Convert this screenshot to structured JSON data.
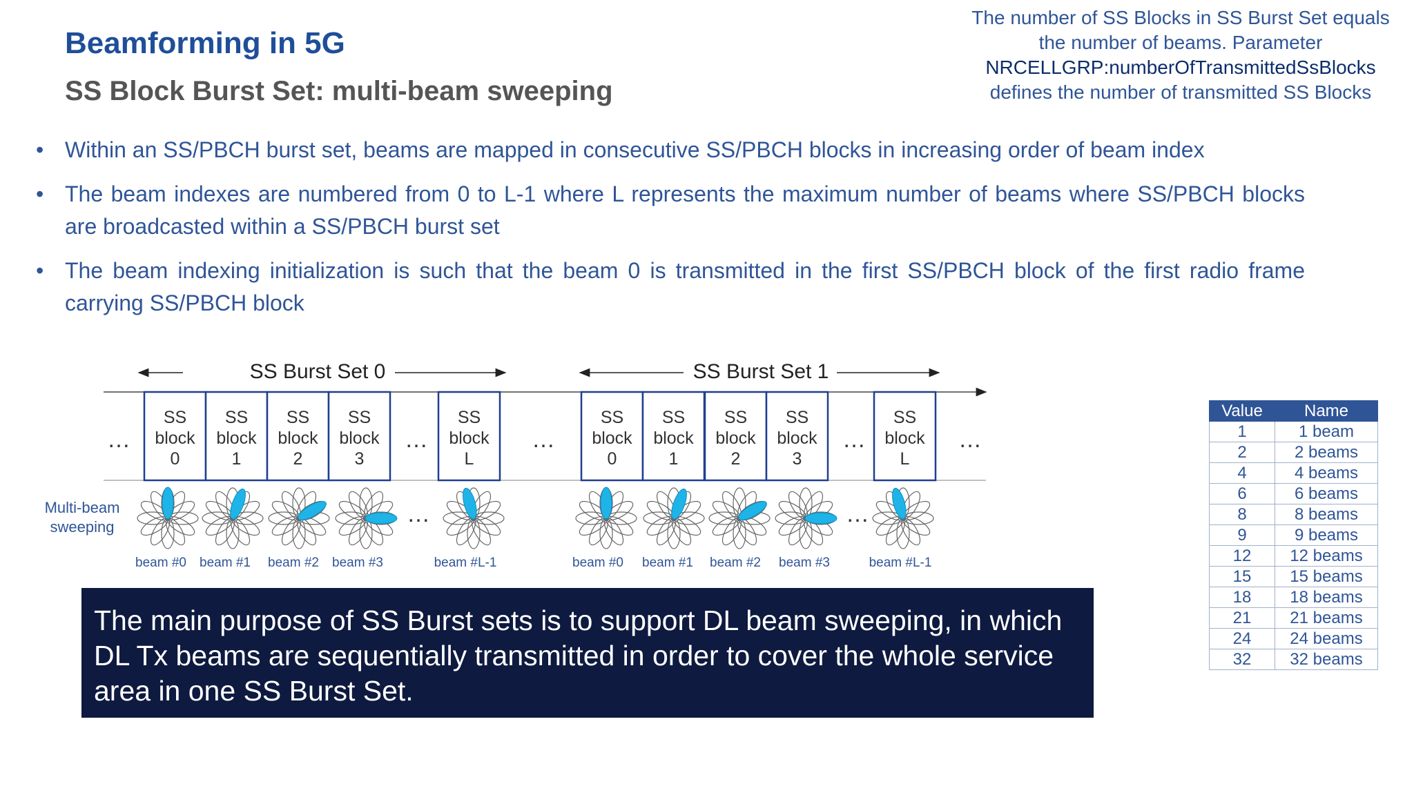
{
  "header": {
    "title": "Beamforming in 5G",
    "subtitle": "SS Block Burst Set: multi-beam sweeping"
  },
  "note": {
    "line1": "The number of SS Blocks in SS Burst Set equals",
    "line2": "the number of beams. Parameter",
    "param": "NRCELLGRP:numberOfTransmittedSsBlocks",
    "line4": "defines the number of transmitted SS Blocks"
  },
  "bullets": [
    "Within an SS/PBCH burst set, beams are mapped in consecutive SS/PBCH blocks in increasing order of beam index",
    "The beam indexes are numbered from 0 to L-1 where L represents the maximum number of beams where SS/PBCH blocks are broadcasted within a SS/PBCH burst set",
    "The beam indexing initialization is such that the beam 0 is transmitted in the first SS/PBCH block of the first radio frame carrying SS/PBCH block"
  ],
  "diagram": {
    "ellipsis": "…",
    "sweep_label_1": "Multi-beam",
    "sweep_label_2": "sweeping",
    "burst_sets": [
      {
        "label": "SS Burst Set 0",
        "blocks": [
          {
            "line1": "SS",
            "line2": "block",
            "line3": "0"
          },
          {
            "line1": "SS",
            "line2": "block",
            "line3": "1"
          },
          {
            "line1": "SS",
            "line2": "block",
            "line3": "2"
          },
          {
            "line1": "SS",
            "line2": "block",
            "line3": "3"
          },
          {
            "line1": "SS",
            "line2": "block",
            "line3": "L"
          }
        ],
        "beams": [
          "beam #0",
          "beam #1",
          "beam #2",
          "beam #3",
          "beam #L-1"
        ]
      },
      {
        "label": "SS Burst Set 1",
        "blocks": [
          {
            "line1": "SS",
            "line2": "block",
            "line3": "0"
          },
          {
            "line1": "SS",
            "line2": "block",
            "line3": "1"
          },
          {
            "line1": "SS",
            "line2": "block",
            "line3": "2"
          },
          {
            "line1": "SS",
            "line2": "block",
            "line3": "3"
          },
          {
            "line1": "SS",
            "line2": "block",
            "line3": "L"
          }
        ],
        "beams": [
          "beam #0",
          "beam #1",
          "beam #2",
          "beam #3",
          "beam #L-1"
        ]
      }
    ]
  },
  "summary": "The main purpose of SS Burst sets is to support DL beam sweeping, in which DL Tx beams are sequentially transmitted in order to cover the whole service area in one SS Burst Set.",
  "lookup_table": {
    "headers": [
      "Value",
      "Name"
    ],
    "rows": [
      [
        "1",
        "1 beam"
      ],
      [
        "2",
        "2 beams"
      ],
      [
        "4",
        "4 beams"
      ],
      [
        "6",
        "6 beams"
      ],
      [
        "8",
        "8 beams"
      ],
      [
        "9",
        "9 beams"
      ],
      [
        "12",
        "12 beams"
      ],
      [
        "15",
        "15 beams"
      ],
      [
        "18",
        "18 beams"
      ],
      [
        "21",
        "21 beams"
      ],
      [
        "24",
        "24 beams"
      ],
      [
        "32",
        "32 beams"
      ]
    ]
  },
  "colors": {
    "title": "#1f4e99",
    "text_blue": "#2f5597",
    "block_border": "#1f3f8f",
    "beam_highlight": "#1fb4e8",
    "summary_bg": "#0e1a3f"
  }
}
